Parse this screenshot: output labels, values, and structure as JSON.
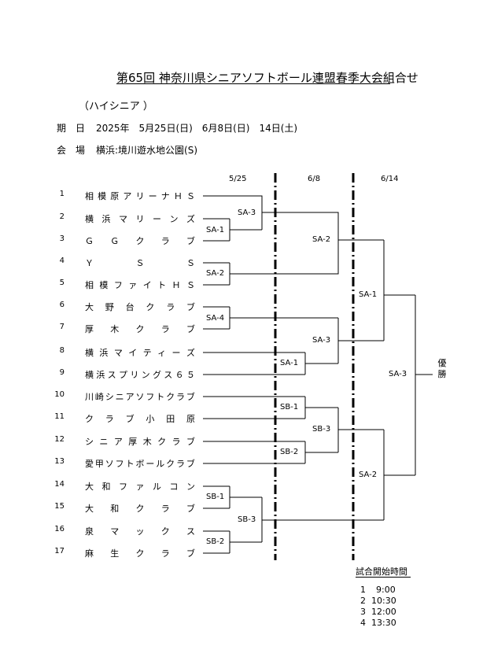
{
  "title": "第65回 神奈川県シニアソフトボール連盟春季大会組合せ",
  "division": "（ハイシニア ）",
  "dates": {
    "label": "期　日",
    "value": "2025年　5月25日(日)　6月8日(日)　14日(土)"
  },
  "venue": {
    "label": "会　場",
    "value": "横浜:境川遊水地公園(S)"
  },
  "round_dates": [
    "5/25",
    "6/8",
    "6/14"
  ],
  "teams": [
    {
      "num": "1",
      "name": "相模原アリーナＨＳ"
    },
    {
      "num": "2",
      "name": "横浜マリーンズ"
    },
    {
      "num": "3",
      "name": "ＧＧクラブ"
    },
    {
      "num": "4",
      "name": "ＹＳＳ"
    },
    {
      "num": "5",
      "name": "相模ファイトＨＳ"
    },
    {
      "num": "6",
      "name": "大野台クラブ"
    },
    {
      "num": "7",
      "name": "厚木クラブ"
    },
    {
      "num": "8",
      "name": "横浜マイティーズ"
    },
    {
      "num": "9",
      "name": "横浜スプリングス６５"
    },
    {
      "num": "10",
      "name": "川崎シニアソフトクラブ"
    },
    {
      "num": "11",
      "name": "クラブ小田原"
    },
    {
      "num": "12",
      "name": "シニア厚木クラブ"
    },
    {
      "num": "13",
      "name": "愛甲ソフトボールクラブ"
    },
    {
      "num": "14",
      "name": "大和ファルコン"
    },
    {
      "num": "15",
      "name": "大和クラブ"
    },
    {
      "num": "16",
      "name": "泉マックス"
    },
    {
      "num": "17",
      "name": "麻生クラブ"
    }
  ],
  "matches": {
    "sa1_r1": "SA-1",
    "sa2_r1": "SA-2",
    "sa3_r1": "SA-3",
    "sa4_r1": "SA-4",
    "sb1_r1": "SB-1",
    "sb2_r1": "SB-2",
    "sb3_r1": "SB-3",
    "sa2_r2": "SA-2",
    "sa3_r2": "SA-3",
    "sa1_r2": "SA-1",
    "sb1_r2": "SB-1",
    "sb3_r2": "SB-3",
    "sb2_r2": "SB-2",
    "sa1_r3": "SA-1",
    "sa2_r3": "SA-2",
    "sa3_final": "SA-3"
  },
  "winner_label": "優勝",
  "times": {
    "heading": "試合開始時間",
    "rows": [
      {
        "num": "1",
        "time": "9:00"
      },
      {
        "num": "2",
        "time": "10:30"
      },
      {
        "num": "3",
        "time": "12:00"
      },
      {
        "num": "4",
        "time": "13:30"
      }
    ]
  }
}
